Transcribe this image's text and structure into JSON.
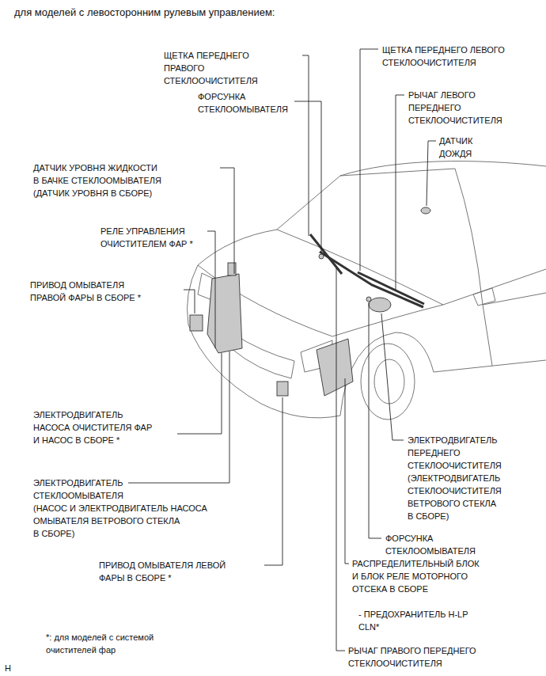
{
  "diagram": {
    "title": "для моделей с левосторонним рулевым управлением:",
    "labels": [
      "ЩЕТКА ПЕРЕДНЕГО ПРАВОГО СТЕКЛООЧИСТИТЕЛЯ",
      "ФОРСУНКА СТЕКЛООМЫВАТЕЛЯ",
      "ЩЕТКА ПЕРЕДНЕГО ЛЕВОГО СТЕКЛООЧИСТИТЕЛЯ",
      "РЫЧАГ ЛЕВОГО ПЕРЕДНЕГО СТЕКЛООЧИСТИТЕЛЯ",
      "ДАТЧИК ДОЖДЯ",
      "ДАТЧИК УРОВНЯ ЖИДКОСТИ В БАЧКЕ СТЕКЛООМЫВАТЕЛЯ (ДАТЧИК УРОВНЯ В СБОРЕ)",
      "РЕЛЕ УПРАВЛЕНИЯ ОЧИСТИТЕЛЕМ ФАР *",
      "ПРИВОД ОМЫВАТЕЛЯ ПРАВОЙ ФАРЫ В СБОРЕ *",
      "ЭЛЕКТРОДВИГАТЕЛЬ НАСОСА ОЧИСТИТЕЛЯ ФАР И НАСОС В СБОРЕ *",
      "ЭЛЕКТРОДВИГАТЕЛЬ СТЕКЛООМЫВАТЕЛЯ (НАСОС И ЭЛЕКТРОДВИГАТЕЛЬ НАСОСА ОМЫВАТЕЛЯ ВЕТРОВОГО СТЕКЛА В СБОРЕ)",
      "ПРИВОД ОМЫВАТЕЛЯ ЛЕВОЙ ФАРЫ В СБОРЕ *",
      "*: для моделей с системой очистителей фар",
      "H",
      "ЭЛЕКТРОДВИГАТЕЛЬ ПЕРЕДНЕГО СТЕКЛООЧИСТИТЕЛЯ (ЭЛЕКТРОДВИГАТЕЛЬ СТЕКЛООЧИСТИТЕЛЯ ВЕТРОВОГО СТЕКЛА В СБОРЕ)",
      "ФОРСУНКА СТЕКЛООМЫВАТЕЛЯ",
      "РАСПРЕДЕЛИТЕЛЬНЫЙ БЛОК И БЛОК РЕЛЕ МОТОРНОГО ОТСЕКА В СБОРЕ",
      "- ПРЕДОХРАНИТЕЛЬ H-LP CLN*",
      "РЫЧАГ ПРАВОГО ПЕРЕДНЕГО СТЕКЛООЧИСТИТЕЛЯ"
    ]
  }
}
